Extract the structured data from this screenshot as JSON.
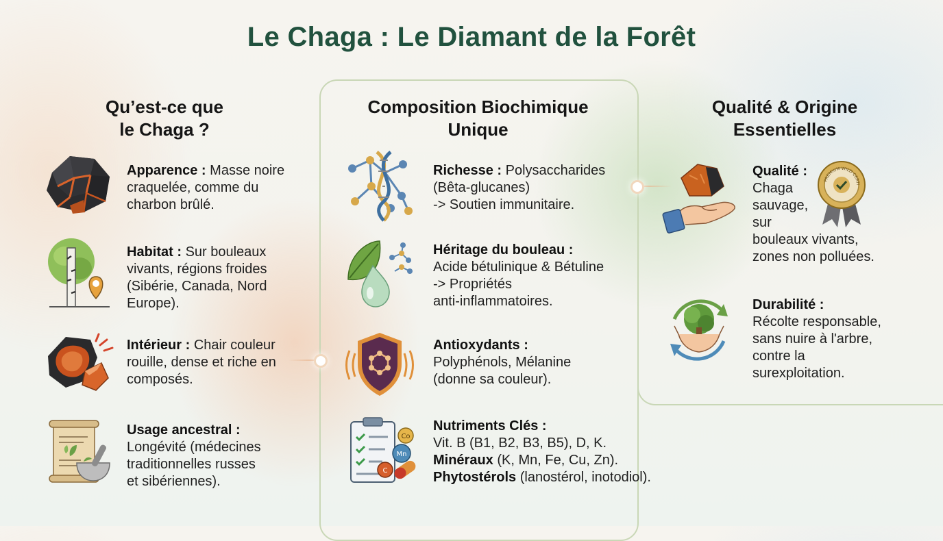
{
  "title": "Le Chaga : Le Diamant de la Forêt",
  "columns": [
    {
      "title_line1": "Qu’est-ce que",
      "title_line2": "le Chaga ?",
      "items": [
        {
          "label": "Apparence :",
          "text": [
            "Masse noire",
            "craquelée, comme du",
            "charbon brûlé."
          ],
          "icon": "chaga-rock-icon"
        },
        {
          "label": "Habitat :",
          "text": [
            "Sur bouleaux",
            "vivants, régions froides",
            "(Sibérie, Canada, Nord",
            "Europe)."
          ],
          "icon": "birch-tree-location-icon"
        },
        {
          "label": "Intérieur :",
          "text": [
            "Chair couleur",
            "rouille, dense et riche en",
            "composés."
          ],
          "icon": "chaga-interior-icon"
        },
        {
          "label": "Usage ancestral :",
          "text": [
            "Longévité (médecines",
            "traditionnelles russes",
            "et sibériennes)."
          ],
          "icon": "scroll-mortar-icon"
        }
      ]
    },
    {
      "title_line1": "Composition Biochimique",
      "title_line2": "Unique",
      "items": [
        {
          "label": "Richesse :",
          "text": [
            "Polysaccharides",
            "(Bêta-glucanes)",
            "-> Soutien immunitaire."
          ],
          "icon": "dna-molecule-icon"
        },
        {
          "label": "Héritage du bouleau :",
          "text": [
            "Acide bétulinique & Bétuline",
            "-> Propriétés",
            "anti-inflammatoires."
          ],
          "icon": "leaf-drop-icon"
        },
        {
          "label": "Antioxydants :",
          "text": [
            "Polyphénols, Mélanine",
            "(donne sa couleur)."
          ],
          "icon": "shield-molecule-icon"
        },
        {
          "label": "Nutriments Clés :",
          "text": [
            "Vit. B (B1, B2, B3, B5), D, K."
          ],
          "extra": [
            {
              "bold": "Minéraux",
              "rest": " (K, Mn, Fe, Cu, Zn)."
            },
            {
              "bold": "Phytostérols",
              "rest": " (lanostérol, inotodiol)."
            }
          ],
          "icon": "clipboard-nutrients-icon"
        }
      ]
    },
    {
      "title_line1": "Qualité & Origine",
      "title_line2": "Essentielles",
      "items": [
        {
          "label": "Qualité :",
          "text": [
            "Chaga",
            "sauvage,",
            "sur",
            "bouleaux vivants,",
            "zones non polluées."
          ],
          "icon": "hand-chaga-badge-icon"
        },
        {
          "label": "Durabilité :",
          "text": [
            "Récolte responsable,",
            "sans nuire à l'arbre,",
            "contre la",
            "surexploitation."
          ],
          "icon": "sustainable-tree-icon"
        }
      ]
    }
  ],
  "badge_text": "PREMIUM WILD CERTIFIED",
  "nutrient_labels": [
    "Co",
    "Mn",
    "C"
  ],
  "colors": {
    "title": "#21513e",
    "panel_border": "#c9d7b6",
    "accent_orange": "#e07a3c"
  }
}
